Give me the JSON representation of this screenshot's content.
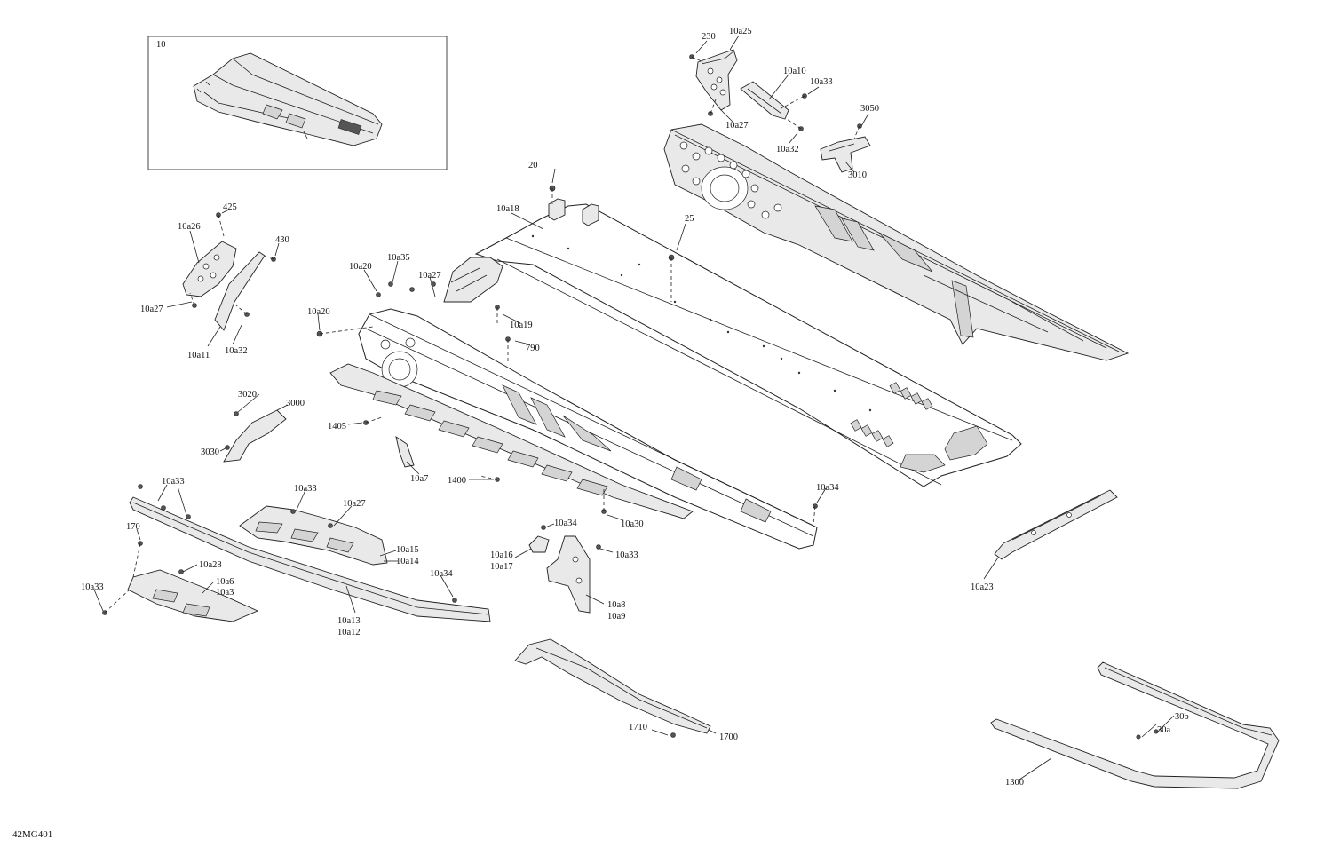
{
  "diagram_code": "42MG401",
  "inset_label": "10",
  "labels": {
    "l230": "230",
    "l10a25": "10a25",
    "l10a10": "10a10",
    "l10a33_tr": "10a33",
    "l10a27_tr": "10a27",
    "l10a32_tr": "10a32",
    "l3050": "3050",
    "l3010": "3010",
    "l20": "20",
    "l10a18": "10a18",
    "l25": "25",
    "l425": "425",
    "l10a26": "10a26",
    "l430": "430",
    "l10a27_l": "10a27",
    "l10a11": "10a11",
    "l10a32_l": "10a32",
    "l10a20_a": "10a20",
    "l10a35": "10a35",
    "l10a27_m": "10a27",
    "l10a20_b": "10a20",
    "l10a19": "10a19",
    "l790": "790",
    "l3020": "3020",
    "l3000": "3000",
    "l3030": "3030",
    "l1405": "1405",
    "l10a7": "10a7",
    "l1400": "1400",
    "l10a33_a": "10a33",
    "l10a33_b": "10a33",
    "l10a27_b": "10a27",
    "l10a15": "10a15",
    "l10a14": "10a14",
    "l170": "170",
    "l10a28": "10a28",
    "l10a6": "10a6",
    "l10a3": "10a3",
    "l10a33_c": "10a33",
    "l10a34_a": "10a34",
    "l10a13": "10a13",
    "l10a12": "10a12",
    "l10a34_b": "10a34",
    "l10a30": "10a30",
    "l10a34_c": "10a34",
    "l10a16": "10a16",
    "l10a17": "10a17",
    "l10a33_d": "10a33",
    "l10a8": "10a8",
    "l10a9": "10a9",
    "l10a23": "10a23",
    "l1710": "1710",
    "l1700": "1700",
    "l30b": "30b",
    "l30a": "30a",
    "l1300": "1300"
  }
}
